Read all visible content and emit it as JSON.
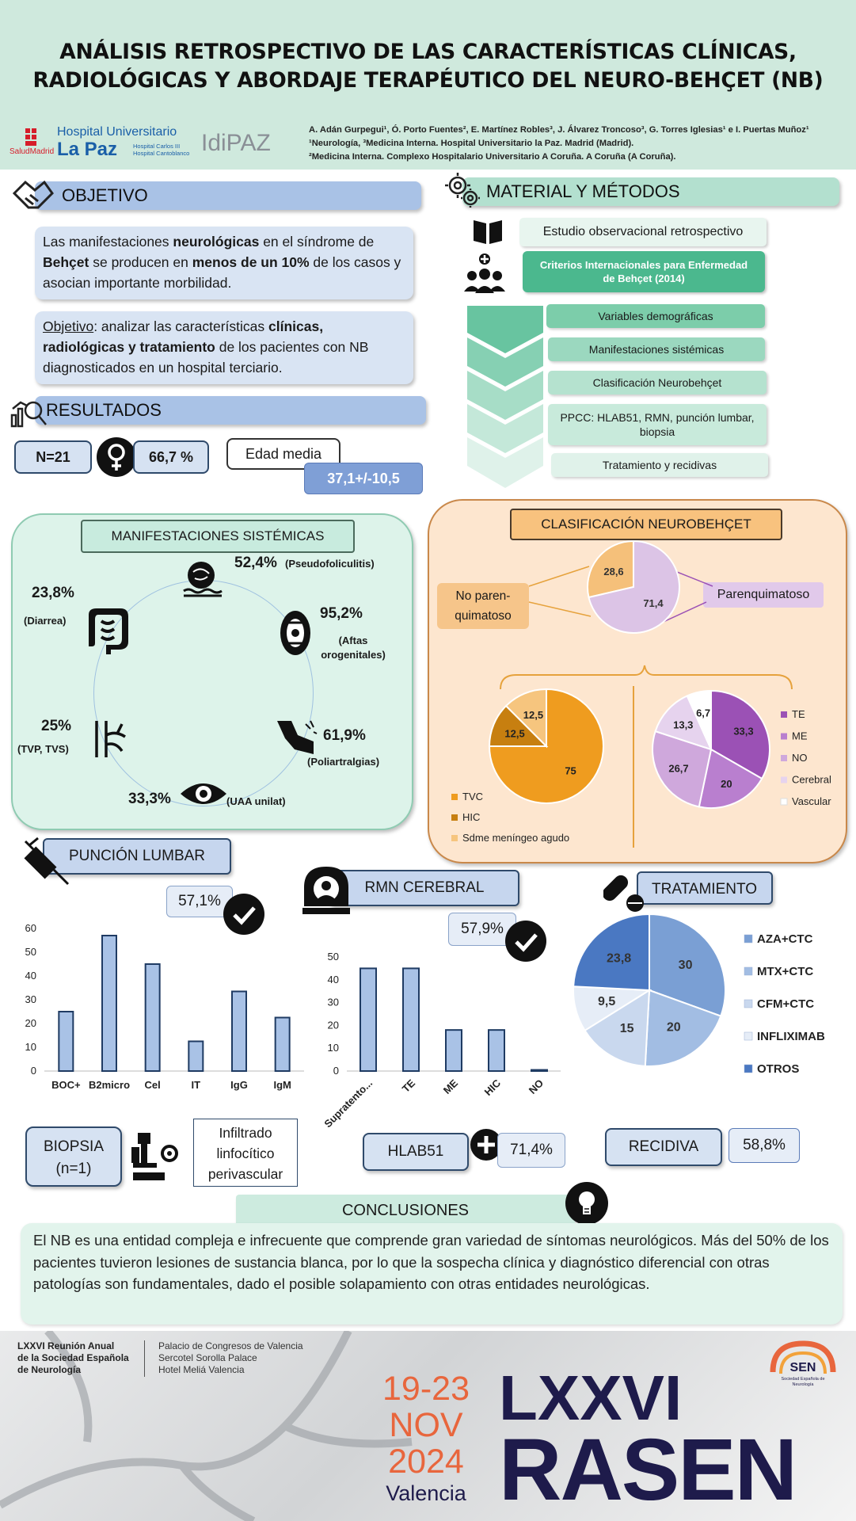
{
  "header": {
    "title_line1": "ANÁLISIS RETROSPECTIVO DE LAS CARACTERÍSTICAS CLÍNICAS,",
    "title_line2": "RADIOLÓGICAS Y ABORDAJE TERAPÉUTICO DEL NEURO-BEHÇET (NB)",
    "logo_hospital_line1": "Hospital Universitario",
    "logo_hospital_line2": "La Paz",
    "logo_hospital_sub1": "Hospital Carlos III",
    "logo_hospital_sub2": "Hospital Cantoblanco",
    "logo_salud": "SaludMadrid",
    "logo_idipaz": "IdiPAZ",
    "authors": "A. Adán Gurpegui¹, Ó. Porto Fuentes², E. Martínez Robles³, J. Álvarez Troncoso³, G. Torres Iglesias¹ e I. Puertas Muñoz¹",
    "affil1": "¹Neurología, ³Medicina Interna. Hospital Universitario la Paz. Madrid (Madrid).",
    "affil2": "²Medicina Interna. Complexo Hospitalario Universitario A Coruña. A Coruña (A Coruña)."
  },
  "objetivo": {
    "heading": "OBJETIVO",
    "p1_a": "Las manifestaciones ",
    "p1_b": "neurológicas",
    "p1_c": " en el síndrome de ",
    "p1_d": "Behçet",
    "p1_e": " se producen en ",
    "p1_f": "menos de un 10%",
    "p1_g": " de los casos y asocian importante morbilidad.",
    "p2_a": "Objetivo",
    "p2_b": ": analizar las características ",
    "p2_c": "clínicas, radiológicas y tratamiento",
    "p2_d": " de los pacientes con NB diagnosticados en un hospital terciario."
  },
  "material": {
    "heading": "MATERIAL Y MÉTODOS",
    "study": "Estudio observacional retrospectivo",
    "criteria": "Criterios Internacionales para Enfermedad de Behçet (2014)",
    "steps": [
      "Variables demográficas",
      "Manifestaciones sistémicas",
      "Clasificación Neurobehçet",
      "PPCC: HLAB51, RMN, punción lumbar, biopsia",
      "Tratamiento y recidivas"
    ]
  },
  "resultados": {
    "heading": "RESULTADOS",
    "n": "N=21",
    "female_pct": "66,7 %",
    "age_label": "Edad media",
    "age_value": "37,1+/-10,5"
  },
  "sistemicas": {
    "heading": "MANIFESTACIONES SISTÉMICAS",
    "items": [
      {
        "pct": "52,4%",
        "label": "(Pseudofoliculitis)"
      },
      {
        "pct": "95,2%",
        "label": "(Aftas orogenitales)"
      },
      {
        "pct": "61,9%",
        "label": "(Poliartralgias)"
      },
      {
        "pct": "33,3%",
        "label": "(UAA unilat)"
      },
      {
        "pct": "25%",
        "label": "(TVP, TVS)"
      },
      {
        "pct": "23,8%",
        "label": "(Diarrea)"
      }
    ]
  },
  "clasificacion": {
    "heading": "CLASIFICACIÓN NEUROBEHÇET",
    "no_paren": "No paren-quimatoso",
    "paren": "Parenquimatoso",
    "main_pie": {
      "values": [
        28.6,
        71.4
      ],
      "labels": [
        "28,6",
        "71,4"
      ],
      "colors": [
        "#f5c07a",
        "#dcc4e6"
      ]
    },
    "nonparen_pie": {
      "values": [
        75,
        12.5,
        12.5
      ],
      "labels": [
        "75",
        "12,5",
        "12,5"
      ],
      "colors": [
        "#ef9c1f",
        "#c77f10",
        "#f6c57e"
      ],
      "legend": [
        "TVC",
        "HIC",
        "Sdme meníngeo agudo"
      ]
    },
    "paren_pie": {
      "values": [
        33.3,
        20,
        26.7,
        13.3,
        6.7
      ],
      "labels": [
        "33,3",
        "20",
        "26,7",
        "13,3",
        "6,7"
      ],
      "colors": [
        "#9b51b5",
        "#b97fcf",
        "#cfa8dc",
        "#e6d3ee",
        "#ffffff"
      ],
      "legend": [
        "TE",
        "ME",
        "NO",
        "Cerebral",
        "Vascular"
      ]
    }
  },
  "puncion": {
    "heading": "PUNCIÓN LUMBAR",
    "pct": "57,1%"
  },
  "rmn": {
    "heading": "RMN CEREBRAL",
    "pct": "57,9%"
  },
  "tratamiento": {
    "heading": "TRATAMIENTO",
    "values": [
      30,
      20,
      15,
      9.5,
      23.8
    ],
    "labels": [
      "30",
      "20",
      "15",
      "9,5",
      "23,8"
    ],
    "colors": [
      "#7a9fd4",
      "#a2bde3",
      "#c9d8ee",
      "#e6edf7",
      "#4a78c2"
    ],
    "legend": [
      "AZA+CTC",
      "MTX+CTC",
      "CFM+CTC",
      "INFLIXIMAB",
      "OTROS"
    ]
  },
  "extras": {
    "biopsia_line1": "BIOPSIA",
    "biopsia_line2": "(n=1)",
    "infiltrado_l1": "Infiltrado",
    "infiltrado_l2": "linfocítico",
    "infiltrado_l3": "perivascular",
    "hlab51": "HLAB51",
    "hlab51_pct": "71,4%",
    "recidiva": "RECIDIVA",
    "recidiva_pct": "58,8%"
  },
  "conclusiones": {
    "heading": "CONCLUSIONES",
    "text": "El NB es una entidad compleja e infrecuente que comprende gran variedad de síntomas neurológicos. Más del 50% de los pacientes tuvieron lesiones de sustancia blanca, por lo que la sospecha clínica y diagnóstico diferencial con otras patologías son fundamentales, dado el posible solapamiento con otras entidades neurológicas."
  },
  "footer": {
    "meeting_l1": "LXXVI Reunión Anual",
    "meeting_l2": "de la Sociedad Española",
    "meeting_l3": "de Neurología",
    "venue_l1": "Palacio de Congresos de Valencia",
    "venue_l2": "Sercotel Sorolla Palace",
    "venue_l3": "Hotel Meliá Valencia",
    "date_l1": "19-23",
    "date_l2": "NOV",
    "date_l3": "2024",
    "city": "Valencia",
    "big1": "LXXVI",
    "big2": "RASEN",
    "sen": "SEN",
    "sen_sub": "Sociedad Española de Neurología"
  },
  "chart_data": [
    {
      "type": "bar",
      "categories": [
        "BOC+",
        "B2micro",
        "Cel",
        "IT",
        "IgG",
        "IgM"
      ],
      "values": [
        25,
        57,
        45,
        12.5,
        33.5,
        22.5
      ],
      "ylim": [
        0,
        60
      ],
      "yticks": [
        "0",
        "10",
        "20",
        "30",
        "40",
        "50",
        "60"
      ]
    },
    {
      "type": "bar",
      "categories": [
        "Supratento...",
        "TE",
        "ME",
        "HIC",
        "NO"
      ],
      "values": [
        45,
        45,
        18,
        18,
        0.5
      ],
      "ylim": [
        0,
        50
      ],
      "yticks": [
        "0",
        "10",
        "20",
        "30",
        "40",
        "50"
      ]
    }
  ]
}
